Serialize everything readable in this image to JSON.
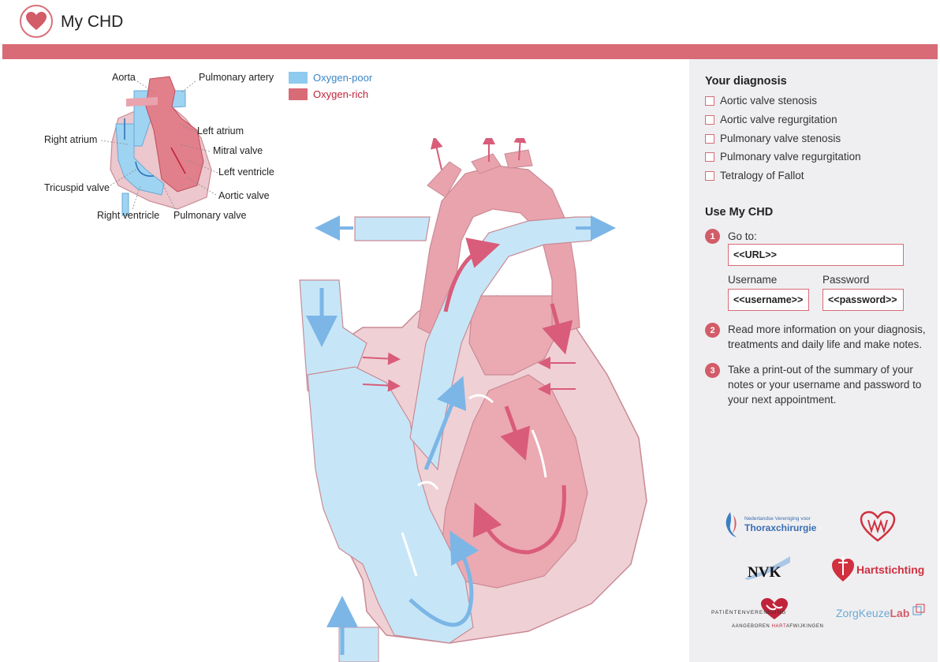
{
  "app": {
    "title": "My CHD"
  },
  "legend": [
    {
      "label": "Oxygen-poor",
      "color": "#8ecbef",
      "text_color": "#3a86c6"
    },
    {
      "label": "Oxygen-rich",
      "color": "#d86b76",
      "text_color": "#c0233a"
    }
  ],
  "anatomy_labels": {
    "aorta": "Aorta",
    "pulmonary_artery": "Pulmonary artery",
    "left_atrium": "Left atrium",
    "right_atrium": "Right atrium",
    "mitral_valve": "Mitral valve",
    "left_ventricle": "Left ventricle",
    "tricuspid_valve": "Tricuspid valve",
    "aortic_valve": "Aortic valve",
    "right_ventricle": "Right ventricle",
    "pulmonary_valve": "Pulmonary valve"
  },
  "diagnosis": {
    "title": "Your diagnosis",
    "options": [
      "Aortic valve stenosis",
      "Aortic valve regurgitation",
      "Pulmonary valve stenosis",
      "Pulmonary valve regurgitation",
      "Tetralogy of Fallot"
    ]
  },
  "use": {
    "title": "Use My CHD",
    "step1": {
      "number": "1",
      "text": "Go to:",
      "url_value": "<<URL>>"
    },
    "username_label": "Username",
    "username_value": "<<username>>",
    "password_label": "Password",
    "password_value": "<<password>>",
    "step2": {
      "number": "2",
      "line1": "Read more information on your diagnosis,",
      "line2": "treatments and daily life and make notes."
    },
    "step3": {
      "number": "3",
      "line1": "Take a print-out of the summary of your",
      "line2": "notes or your username and password to",
      "line3": "your next appointment."
    }
  },
  "partners": {
    "nvt_small": "Nederlandse Vereniging voor",
    "nvt_big": "Thoraxchirurgie",
    "nvk": "NVK",
    "hartstichting": "Hartstichting",
    "pv_line1": "PATIËNTENVERENIGING",
    "pv_line2a": "AANGEBOREN ",
    "pv_line2b": "HART",
    "pv_line2c": "AFWIJKINGEN",
    "zk_a": "ZorgKeuze",
    "zk_b": "Lab"
  }
}
